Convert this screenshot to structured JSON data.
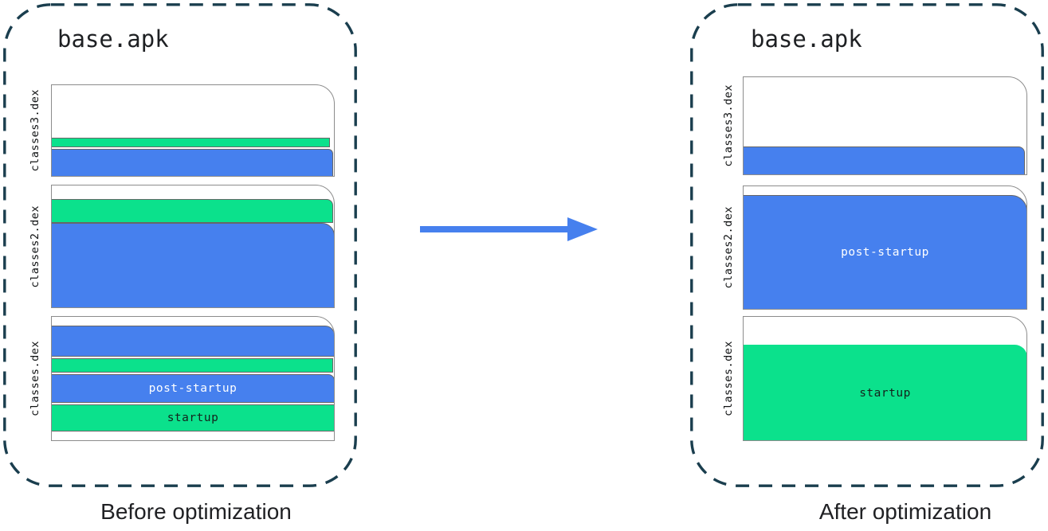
{
  "colors": {
    "blue": "#4680EE",
    "green": "#0BE18C",
    "dash_border": "#1A3E4E",
    "arrow": "#4680EE",
    "page_border": "#8C8C8C",
    "band_border": "#676767"
  },
  "panels": [
    {
      "id": "before",
      "title": "base.apk",
      "caption": "Before optimization",
      "files": [
        {
          "label": "classes3.dex",
          "segments": [
            {
              "type": "spacer",
              "height": null
            },
            {
              "type": "band",
              "color": "green",
              "height": 12,
              "inset_right": 6
            },
            {
              "type": "band",
              "color": "blue",
              "height": 35,
              "gap": 2,
              "curl": 6,
              "inset_right": 2
            }
          ]
        },
        {
          "label": "classes2.dex",
          "segments": [
            {
              "type": "spacer",
              "height": 18
            },
            {
              "type": "band",
              "color": "green",
              "height": 30,
              "curl": 8,
              "inset_right": 2
            },
            {
              "type": "band",
              "color": "blue",
              "height": null,
              "curl": 16
            }
          ]
        },
        {
          "label": "classes.dex",
          "segments": [
            {
              "type": "spacer",
              "height": 12
            },
            {
              "type": "band",
              "color": "blue",
              "height": 39,
              "curl": 12
            },
            {
              "type": "band",
              "color": "green",
              "height": 18,
              "gap": 2,
              "inset_right": 2
            },
            {
              "type": "band",
              "color": "blue",
              "height": 36,
              "gap": 2,
              "curl": 8,
              "label": "post-startup"
            },
            {
              "type": "band",
              "color": "green",
              "height": 34,
              "gap": 2,
              "label": "startup"
            }
          ]
        }
      ]
    },
    {
      "id": "after",
      "title": "base.apk",
      "caption": "After optimization",
      "files": [
        {
          "label": "classes3.dex",
          "segments": [
            {
              "type": "spacer",
              "height": null
            },
            {
              "type": "band",
              "color": "blue",
              "height": 36,
              "curl": 8,
              "inset_right": 3
            }
          ]
        },
        {
          "label": "classes2.dex",
          "segments": [
            {
              "type": "spacer",
              "height": 12
            },
            {
              "type": "band",
              "color": "blue",
              "height": null,
              "curl": 20,
              "label": "post-startup"
            }
          ]
        },
        {
          "label": "classes.dex",
          "segments": [
            {
              "type": "spacer",
              "height": 36
            },
            {
              "type": "band",
              "color": "green",
              "height": null,
              "curl": 16,
              "label": "startup",
              "borderless": true
            }
          ]
        }
      ]
    }
  ],
  "arrow": {
    "direction": "right"
  }
}
